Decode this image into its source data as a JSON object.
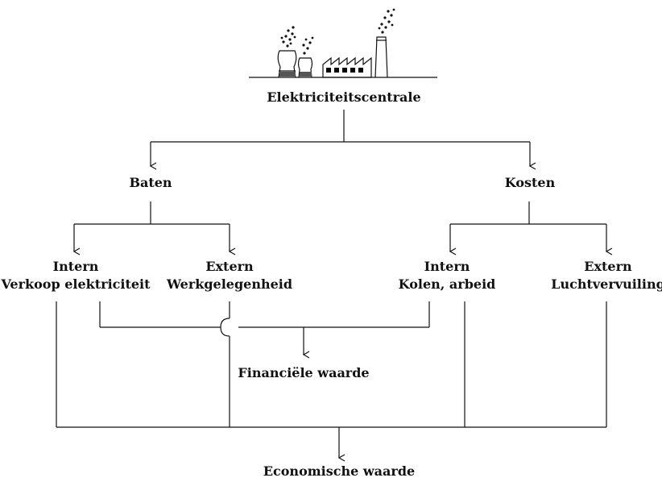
{
  "diagram": {
    "root": {
      "title": "Elektriciteitscentrale",
      "icon": "power-plant-icon"
    },
    "baten": {
      "title": "Baten",
      "intern": {
        "heading": "Intern",
        "text": "Verkoop elektriciteit"
      },
      "extern": {
        "heading": "Extern",
        "text": "Werkgelegenheid"
      }
    },
    "kosten": {
      "title": "Kosten",
      "intern": {
        "heading": "Intern",
        "text": "Kolen, arbeid"
      },
      "extern": {
        "heading": "Extern",
        "text": "Luchtvervuiling"
      }
    },
    "financial": "Financiële waarde",
    "economic": "Economische waarde"
  }
}
